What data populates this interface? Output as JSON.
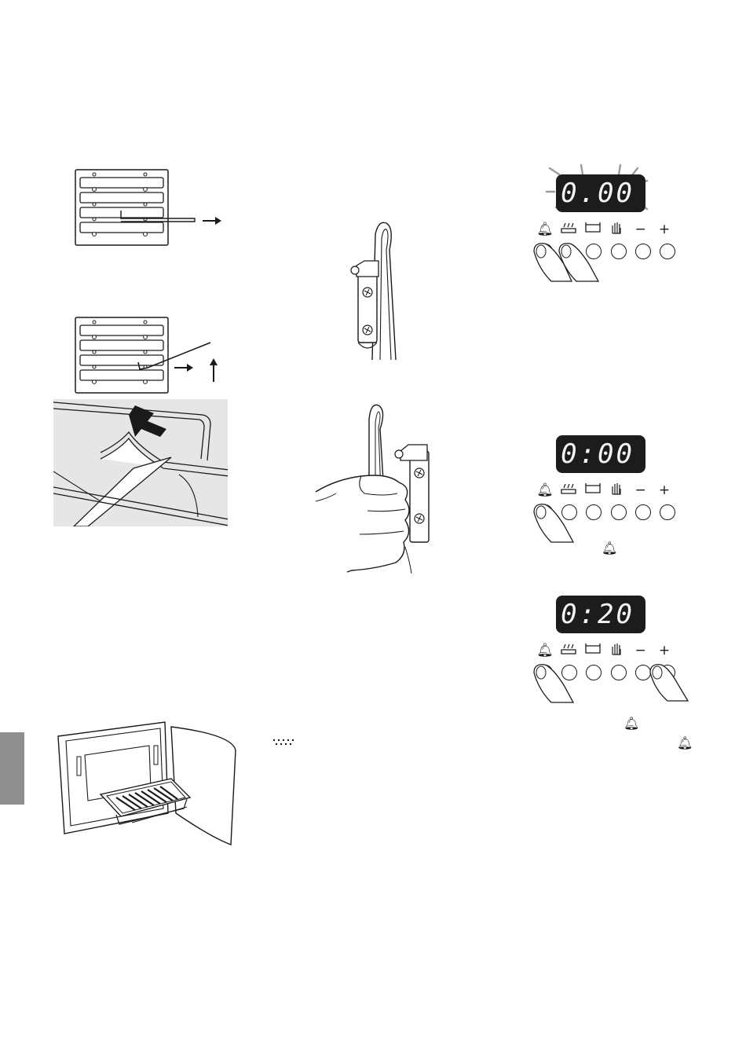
{
  "panels": {
    "panel1": {
      "display": "0.00"
    },
    "panel2": {
      "display": "0:00"
    },
    "panel3": {
      "display": "0:20"
    }
  },
  "icons": {
    "bell": "🔔︎",
    "grill": "grill-heat-icon",
    "bottom_heat": "bottom-heat-icon",
    "hand": "manual-mode-icon",
    "minus": "−",
    "plus": "+"
  },
  "colors": {
    "display_bg": "#1c1c1c",
    "tab_marker": "#8f8f8f",
    "shaded_photo": "#e6e6e6"
  }
}
